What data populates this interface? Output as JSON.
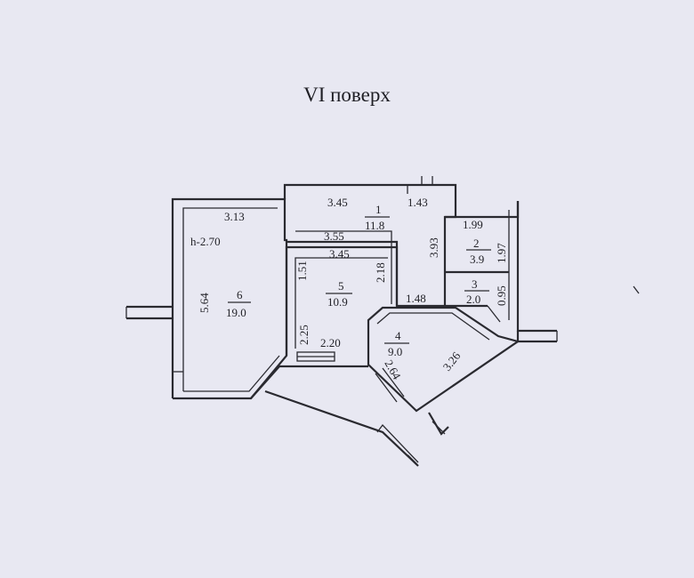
{
  "floor_title": "VI поверх",
  "height_label": "h-2.70",
  "rooms": [
    {
      "number": "1",
      "area": "11.8",
      "width_a": "3.45",
      "width_b": "1.43",
      "width_c": "3.55",
      "depth": "3.93"
    },
    {
      "number": "2",
      "area": "3.9",
      "width": "1.99",
      "depth": "1.97"
    },
    {
      "number": "3",
      "area": "2.0",
      "depth": "0.95"
    },
    {
      "number": "4",
      "area": "9.0",
      "diag_a": "2.64",
      "diag_b": "3.26"
    },
    {
      "number": "5",
      "area": "10.9",
      "width_top": "3.45",
      "width_bottom": "2.20",
      "depth_a": "1.51",
      "depth_b": "2.25",
      "depth_c": "2.18",
      "width_c": "1.48"
    },
    {
      "number": "6",
      "area": "19.0",
      "width": "3.13",
      "depth": "5.64"
    }
  ]
}
